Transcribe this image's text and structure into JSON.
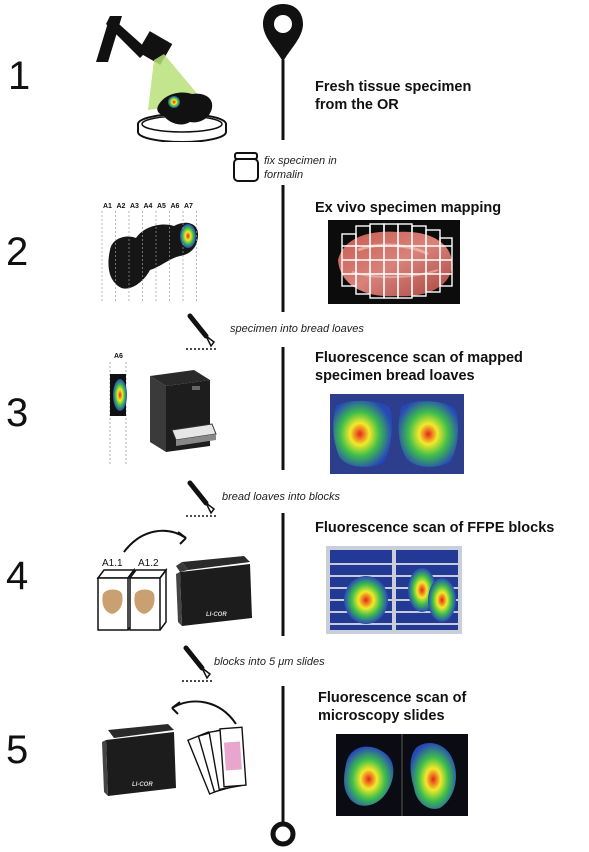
{
  "steps": [
    {
      "number": "1",
      "title_line1": "Fresh tissue specimen",
      "title_line2": "from the OR"
    },
    {
      "number": "2",
      "title_line1": "Ex vivo specimen mapping",
      "title_line2": ""
    },
    {
      "number": "3",
      "title_line1": "Fluorescence scan of mapped",
      "title_line2": "specimen bread loaves"
    },
    {
      "number": "4",
      "title_line1": "Fluorescence scan of FFPE blocks",
      "title_line2": ""
    },
    {
      "number": "5",
      "title_line1": "Fluorescence scan of",
      "title_line2": "microscopy slides"
    }
  ],
  "transitions": [
    {
      "line1": "fix specimen in",
      "line2": "formalin",
      "icon": "formalin-jar-icon"
    },
    {
      "line1": "specimen into bread loaves",
      "icon": "scalpel-icon"
    },
    {
      "line1": "bread loaves into blocks",
      "icon": "scalpel-icon"
    },
    {
      "line1": "blocks into 5 μm slides",
      "icon": "scalpel-icon"
    }
  ],
  "mapping_labels": [
    "A1",
    "A2",
    "A3",
    "A4",
    "A5",
    "A6",
    "A7"
  ],
  "loaf_label": "A6",
  "block_labels": [
    "A1.1",
    "A1.2"
  ],
  "scanner_brand": "LI-COR",
  "colors": {
    "line": "#111111",
    "fluor_red": "#e8231b",
    "fluor_yellow": "#f3e92a",
    "fluor_green": "#3fbf4a",
    "fluor_blue": "#2749b8",
    "tissue_tan": "#c9a070"
  }
}
